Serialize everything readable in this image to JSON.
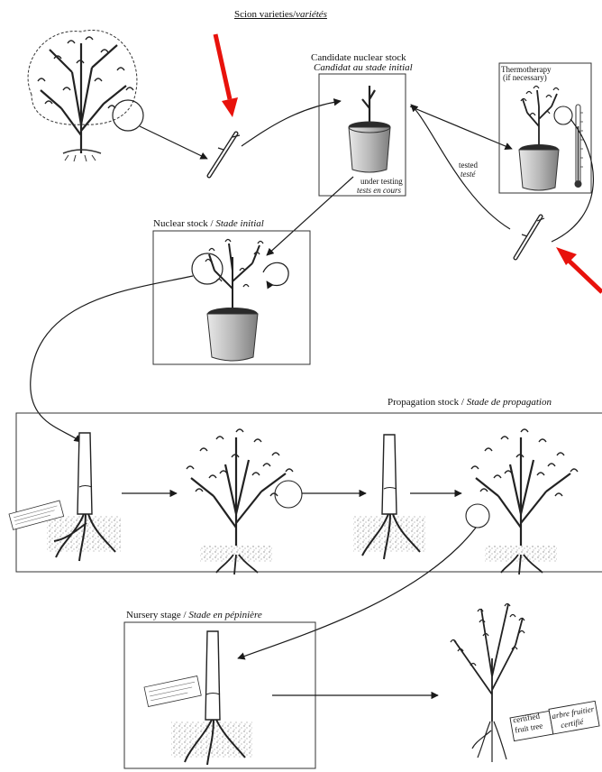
{
  "header": {
    "title_en": "Scion varieties/",
    "title_fr": "variétés"
  },
  "candidate": {
    "title_en": "Candidate nuclear stock",
    "title_fr": "Candidat au stade initial",
    "testing_en": "under testing",
    "testing_fr": "tests en cours"
  },
  "thermo": {
    "title": "Thermotherapy",
    "note": "(if necessary)"
  },
  "tested": {
    "en": "tested",
    "fr": "testé"
  },
  "nuclear": {
    "title_en": "Nuclear stock / ",
    "title_fr": "Stade initial"
  },
  "propagation": {
    "title_en": "Propagation stock / ",
    "title_fr": "Stade de propagation"
  },
  "nursery": {
    "title_en": "Nursery stage / ",
    "title_fr": "Stade en pépinière"
  },
  "certified_tag": {
    "line1_en": "certified",
    "line2_en": "fruit tree",
    "line1_fr": "arbre fruitier",
    "line2_fr": "certifié"
  },
  "colors": {
    "ink": "#1a1a1a",
    "highlight_arrow": "#e8120c",
    "pot_fill": "#bdbdbd",
    "soil": "#9a9a9a"
  },
  "icons": [
    "tree-icon",
    "scion-twig-icon",
    "potted-plant-icon",
    "thermometer-icon",
    "grafted-rootstock-icon",
    "label-tag-icon",
    "red-arrow-icon"
  ]
}
